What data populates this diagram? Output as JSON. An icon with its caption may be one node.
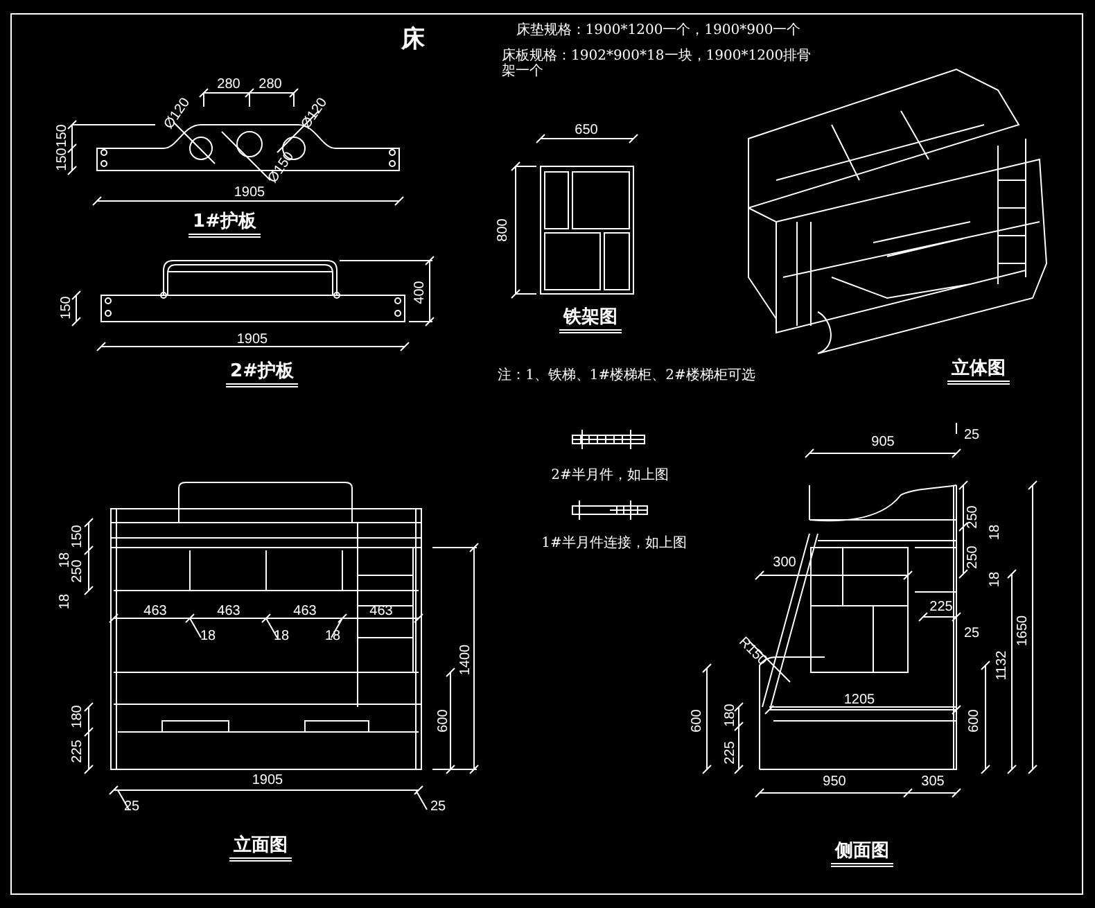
{
  "diagram": {
    "title": "床",
    "labels": [
      "床垫规格：1900*1200一个，1900*900一个",
      "床板规格：1902*900*18一块，1900*1200排骨架一个",
      "280",
      "280",
      "Ø120",
      "Ø120",
      "150",
      "150",
      "Ø150",
      "1905",
      "1#护板",
      "650",
      "800",
      "铁架图",
      "400",
      "150",
      "1905",
      "2#护板",
      "注：1、铁梯、1#楼梯柜、2#楼梯柜可选",
      "立体图",
      "2#半月件，如上图",
      "1#半月件连接，如上图",
      "905",
      "25",
      "250",
      "150",
      "18",
      "18",
      "300",
      "250",
      "250",
      "18",
      "18",
      "225",
      "463",
      "463",
      "463",
      "463",
      "18",
      "18",
      "18",
      "25",
      "1650",
      "1400",
      "R150",
      "1132",
      "1205",
      "180",
      "600",
      "600",
      "180",
      "600",
      "225",
      "225",
      "1905",
      "950",
      "305",
      "25",
      "25",
      "立面图",
      "侧面图"
    ]
  }
}
